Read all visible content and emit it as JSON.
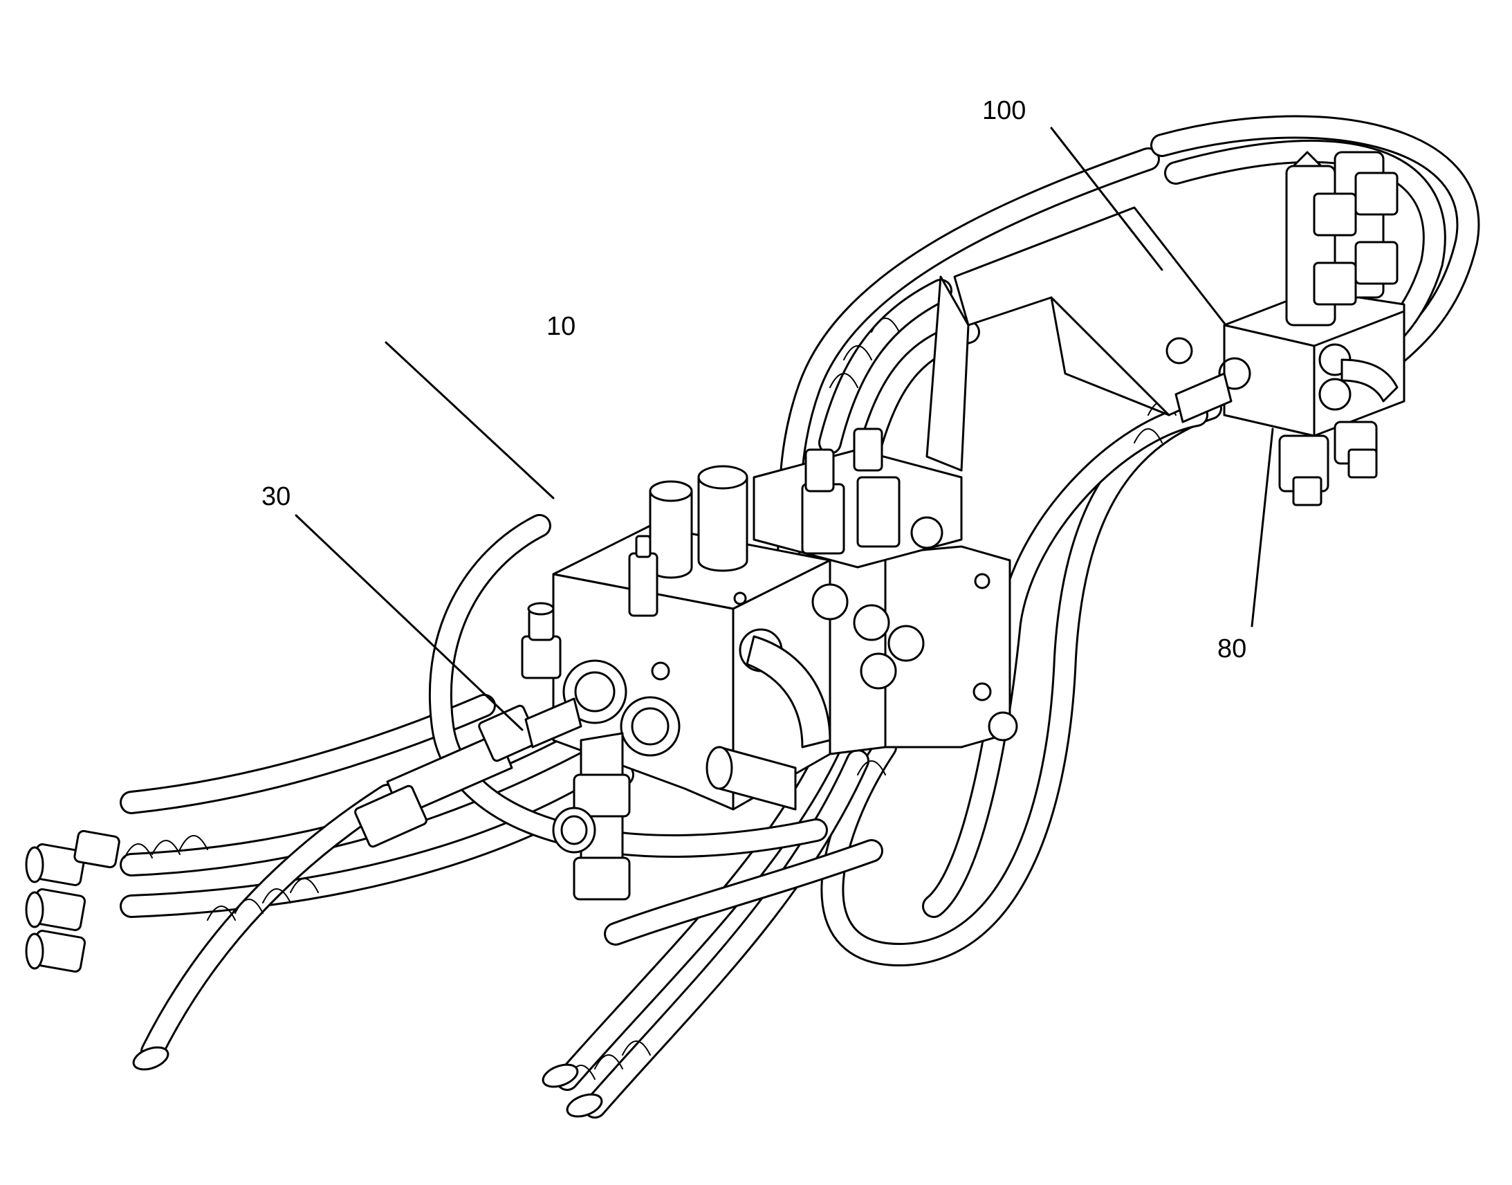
{
  "figure": {
    "labels": {
      "l10": "10",
      "l30": "30",
      "l80": "80",
      "l100": "100"
    }
  }
}
